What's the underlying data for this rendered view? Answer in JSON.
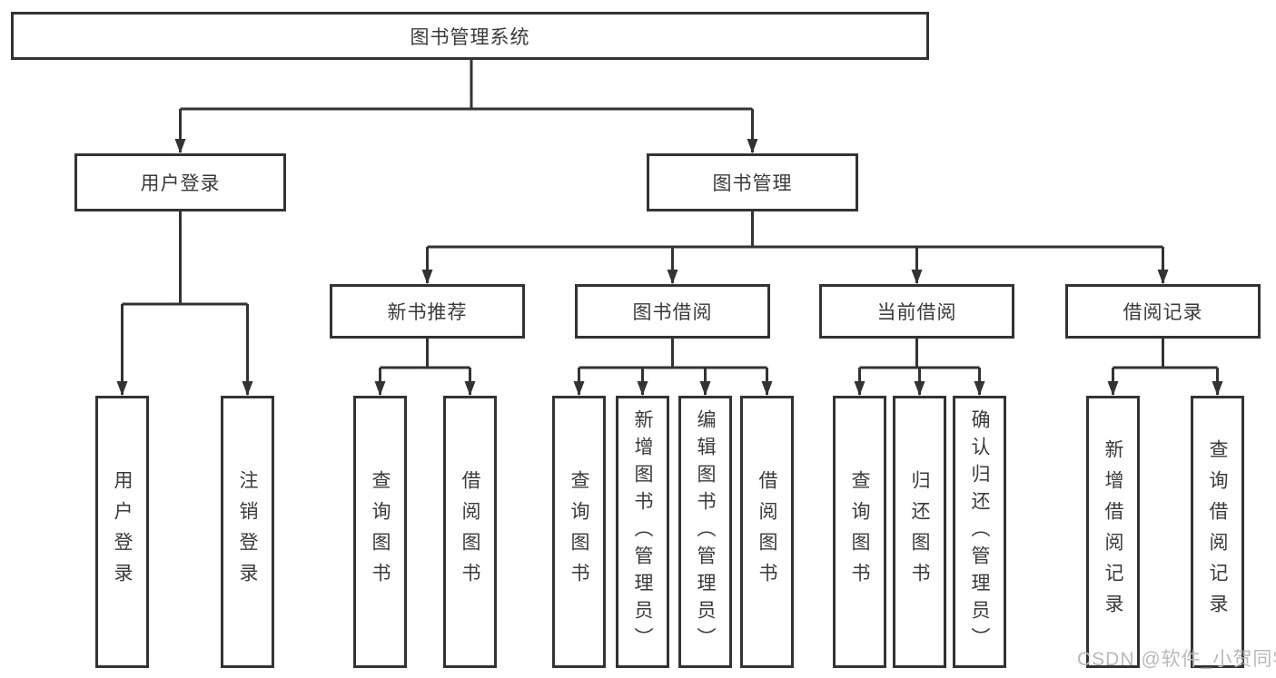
{
  "diagram": {
    "root": {
      "label": "图书管理系统"
    },
    "level2": {
      "user_login": {
        "label": "用户登录"
      },
      "book_mgmt": {
        "label": "图书管理"
      }
    },
    "level3": {
      "new_book_rec": {
        "label": "新书推荐"
      },
      "book_borrow": {
        "label": "图书借阅"
      },
      "current_borrow": {
        "label": "当前借阅"
      },
      "borrow_record": {
        "label": "借阅记录"
      }
    },
    "leaves": {
      "user_login": {
        "label": "用户登录"
      },
      "logout": {
        "label": "注销登录"
      },
      "nbr_query_book": {
        "label": "查询图书"
      },
      "nbr_borrow_book": {
        "label": "借阅图书"
      },
      "bb_query_book": {
        "label": "查询图书"
      },
      "bb_add_book": {
        "label": "新增图书（管理员）"
      },
      "bb_edit_book": {
        "label": "编辑图书（管理员）"
      },
      "bb_borrow_book": {
        "label": "借阅图书"
      },
      "cb_query_book": {
        "label": "查询图书"
      },
      "cb_return_book": {
        "label": "归还图书"
      },
      "cb_confirm_return": {
        "label": "确认归还（管理员）"
      },
      "br_add_record": {
        "label": "新增借阅记录"
      },
      "br_query_record": {
        "label": "查询借阅记录"
      }
    },
    "colors": {
      "line": "#333333",
      "text": "#3a3a3a",
      "box_background": "#ffffff",
      "watermark": "#b9b9b9"
    }
  },
  "watermark": {
    "text": "CSDN @软件_小贺同学"
  }
}
